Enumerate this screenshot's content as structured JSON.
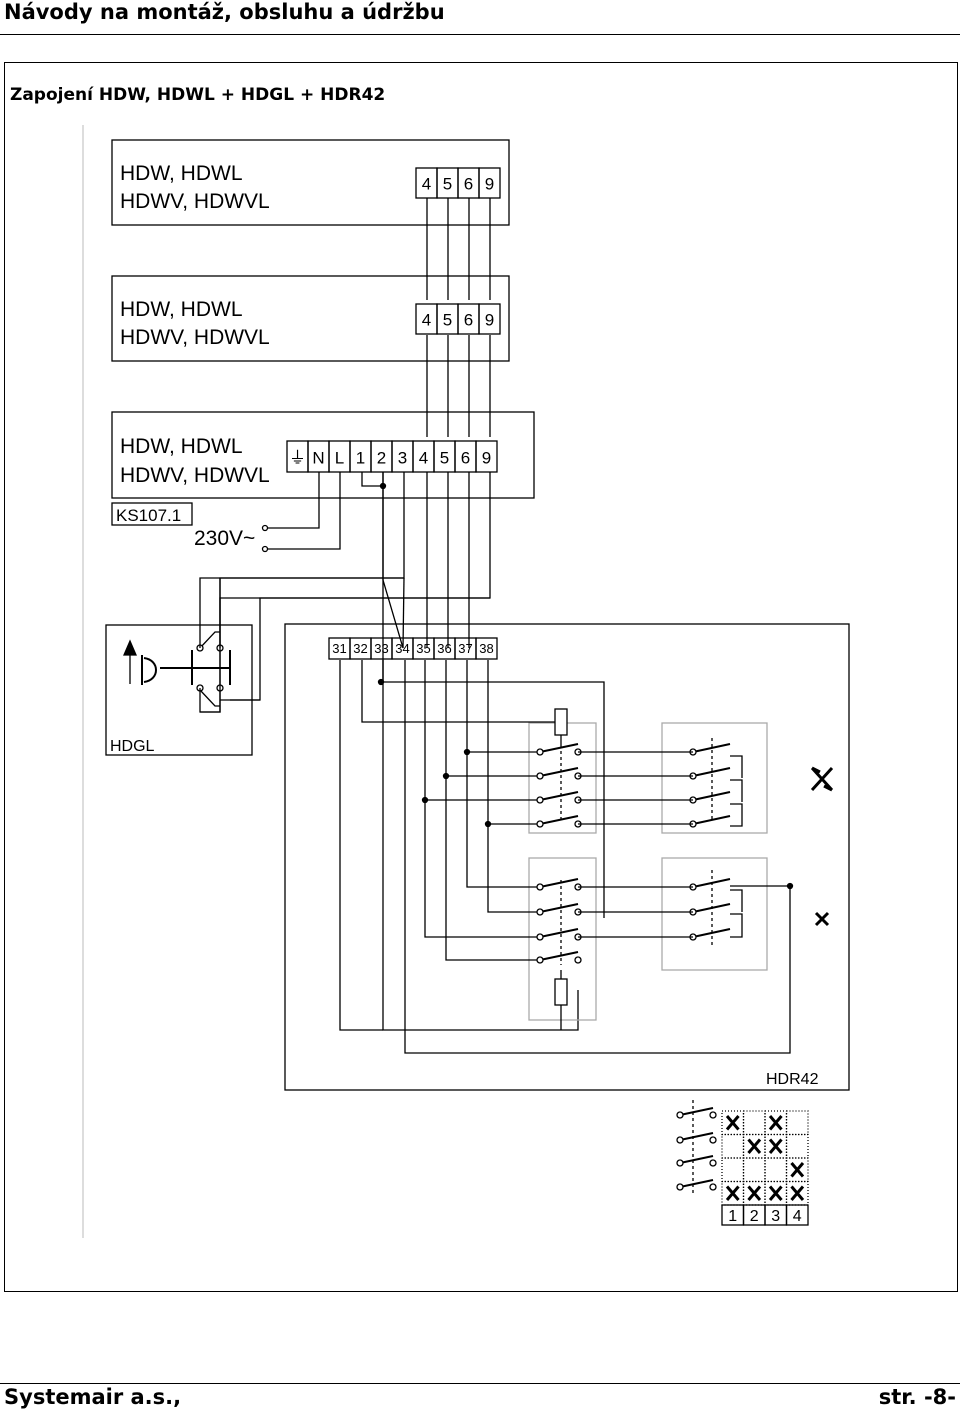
{
  "header": {
    "title": "Návody na montáž, obsluhu a údržbu"
  },
  "figure": {
    "subtitle": "Zapojení HDW, HDWL + HDGL + HDR42"
  },
  "units": [
    {
      "line1": "HDW, HDWL",
      "line2": "HDWV, HDWVL",
      "terminals": [
        "4",
        "5",
        "6",
        "9"
      ]
    },
    {
      "line1": "HDW, HDWL",
      "line2": "HDWV, HDWVL",
      "terminals": [
        "4",
        "5",
        "6",
        "9"
      ]
    },
    {
      "line1": "HDW, HDWL",
      "line2": "HDWV, HDWVL",
      "terminals": [
        "⏚",
        "N",
        "L",
        "1",
        "2",
        "3",
        "4",
        "5",
        "6",
        "9"
      ],
      "tag": "KS107.1"
    }
  ],
  "supply": "230V~",
  "hdgl": {
    "label": "HDGL"
  },
  "hdr42": {
    "label": "HDR42",
    "terminals": [
      "31",
      "32",
      "33",
      "34",
      "35",
      "36",
      "37",
      "38"
    ]
  },
  "legend": {
    "columns": [
      "1",
      "2",
      "3",
      "4"
    ],
    "rows": [
      [
        true,
        false,
        true,
        false
      ],
      [
        false,
        true,
        true,
        false
      ],
      [
        false,
        false,
        false,
        true
      ],
      [
        true,
        true,
        true,
        true
      ]
    ]
  },
  "footer": {
    "left": "Systemair a.s.,",
    "right": "str. -8-"
  }
}
